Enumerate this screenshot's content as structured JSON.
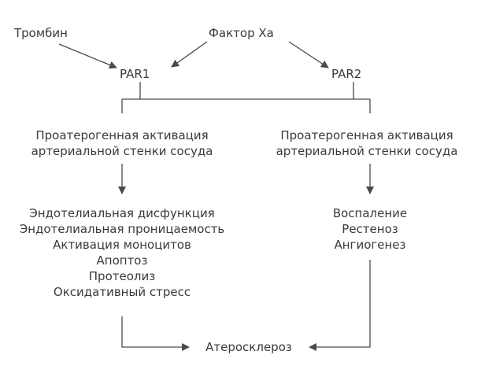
{
  "diagram": {
    "inputs": {
      "thrombin": "Тромбин",
      "factor_xa": "Фактор Xa"
    },
    "receptors": {
      "par1": "PAR1",
      "par2": "PAR2"
    },
    "activation": {
      "left": [
        "Проатерогенная активация",
        "артериальной стенки сосуда"
      ],
      "right": [
        "Проатерогенная активация",
        "артериальной стенки сосуда"
      ]
    },
    "effects": {
      "left": [
        "Эндотелиальная дисфункция",
        "Эндотелиальная проницаемость",
        "Активация моноцитов",
        "Апоптоз",
        "Протеолиз",
        "Оксидативный стресс"
      ],
      "right": [
        "Воспаление",
        "Рестеноз",
        "Ангиогенез"
      ]
    },
    "outcome": "Атеросклероз"
  },
  "colors": {
    "text": "#3a3a3a",
    "line": "#4a4a4a"
  }
}
